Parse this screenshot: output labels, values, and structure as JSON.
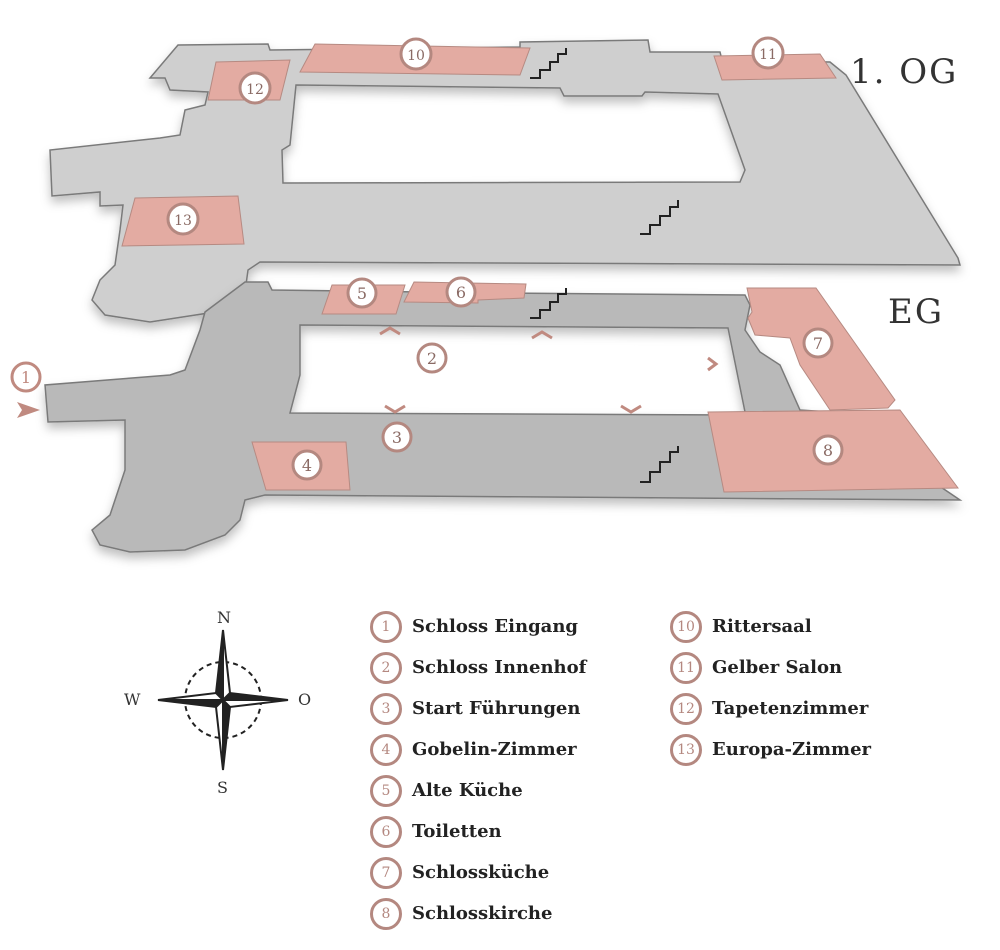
{
  "floors": {
    "upper_label": "1. OG",
    "ground_label": "EG"
  },
  "colors": {
    "floor_gray": "#cfcfcf",
    "floor_gray_dark": "#b3b3b3",
    "room_pink": "#e3aba2",
    "marker_brown": "#b48880"
  },
  "markers": {
    "m1": "1",
    "m2": "2",
    "m3": "3",
    "m4": "4",
    "m5": "5",
    "m6": "6",
    "m7": "7",
    "m8": "8",
    "m10": "10",
    "m11": "11",
    "m12": "12",
    "m13": "13"
  },
  "legend": {
    "col1": [
      {
        "num": "1",
        "label": "Schloss Eingang"
      },
      {
        "num": "2",
        "label": "Schloss Innenhof"
      },
      {
        "num": "3",
        "label": "Start Führungen"
      },
      {
        "num": "4",
        "label": "Gobelin-Zimmer"
      },
      {
        "num": "5",
        "label": "Alte Küche"
      },
      {
        "num": "6",
        "label": "Toiletten"
      },
      {
        "num": "7",
        "label": "Schlossküche"
      },
      {
        "num": "8",
        "label": "Schlosskirche"
      }
    ],
    "col2": [
      {
        "num": "10",
        "label": "Rittersaal"
      },
      {
        "num": "11",
        "label": "Gelber Salon"
      },
      {
        "num": "12",
        "label": "Tapetenzimmer"
      },
      {
        "num": "13",
        "label": "Europa-Zimmer"
      }
    ]
  },
  "compass": {
    "n": "N",
    "s": "S",
    "w": "W",
    "o": "O"
  }
}
